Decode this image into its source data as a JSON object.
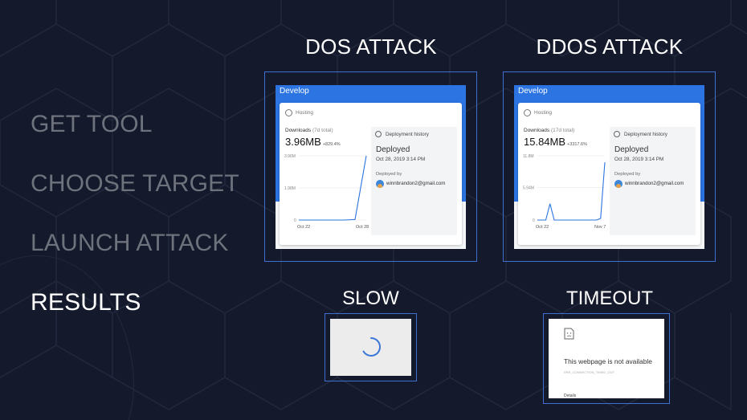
{
  "steps": [
    "GET TOOL",
    "CHOOSE TARGET",
    "LAUNCH ATTACK",
    "RESULTS"
  ],
  "active_step": "RESULTS",
  "columns": {
    "dos": {
      "title": "DOS ATTACK",
      "app_title": "Develop",
      "section": "Hosting",
      "downloads_label": "Downloads",
      "downloads_period": "(7d total)",
      "downloads_value": "3.96MB",
      "downloads_change": "+829.4%",
      "y_ticks": [
        "3.96M",
        "1.98M",
        "0"
      ],
      "x_ticks": [
        "Oct 22",
        "Oct 28"
      ],
      "history_label": "Deployment history",
      "status": "Deployed",
      "date": "Oct 28, 2019 3:14 PM",
      "deployed_by_label": "Deployed by",
      "email": "winnbrandon2@gmail.com",
      "series": [
        0,
        0,
        0,
        0,
        0,
        0.03,
        3.96
      ]
    },
    "ddos": {
      "title": "DDOS ATTACK",
      "app_title": "Develop",
      "section": "Hosting",
      "downloads_label": "Downloads",
      "downloads_period": "(17d total)",
      "downloads_value": "15.84MB",
      "downloads_change": "+3317.6%",
      "y_ticks": [
        "11.8M",
        "5.94M",
        "0"
      ],
      "x_ticks": [
        "Oct 22",
        "Nov 7"
      ],
      "history_label": "Deployment history",
      "status": "Deployed",
      "date": "Oct 28, 2019 3:14 PM",
      "deployed_by_label": "Deployed by",
      "email": "winnbrandon2@gmail.com",
      "series": [
        0,
        0,
        0,
        3.0,
        0,
        0,
        0,
        0,
        0,
        0,
        0,
        0,
        0,
        0,
        0,
        0.3,
        10.6
      ]
    }
  },
  "results": {
    "slow_label": "SLOW",
    "timeout_label": "TIMEOUT",
    "error_title": "This webpage is not available",
    "error_code": "ERR_CONNECTION_TIMED_OUT",
    "details_label": "Details"
  },
  "colors": {
    "background": "#141a2b",
    "frame": "#3f6fd0",
    "app_bar": "#2b74e2",
    "chart_line": "#2b74e2",
    "step_inactive": "#6e727c",
    "step_active": "#ffffff"
  }
}
